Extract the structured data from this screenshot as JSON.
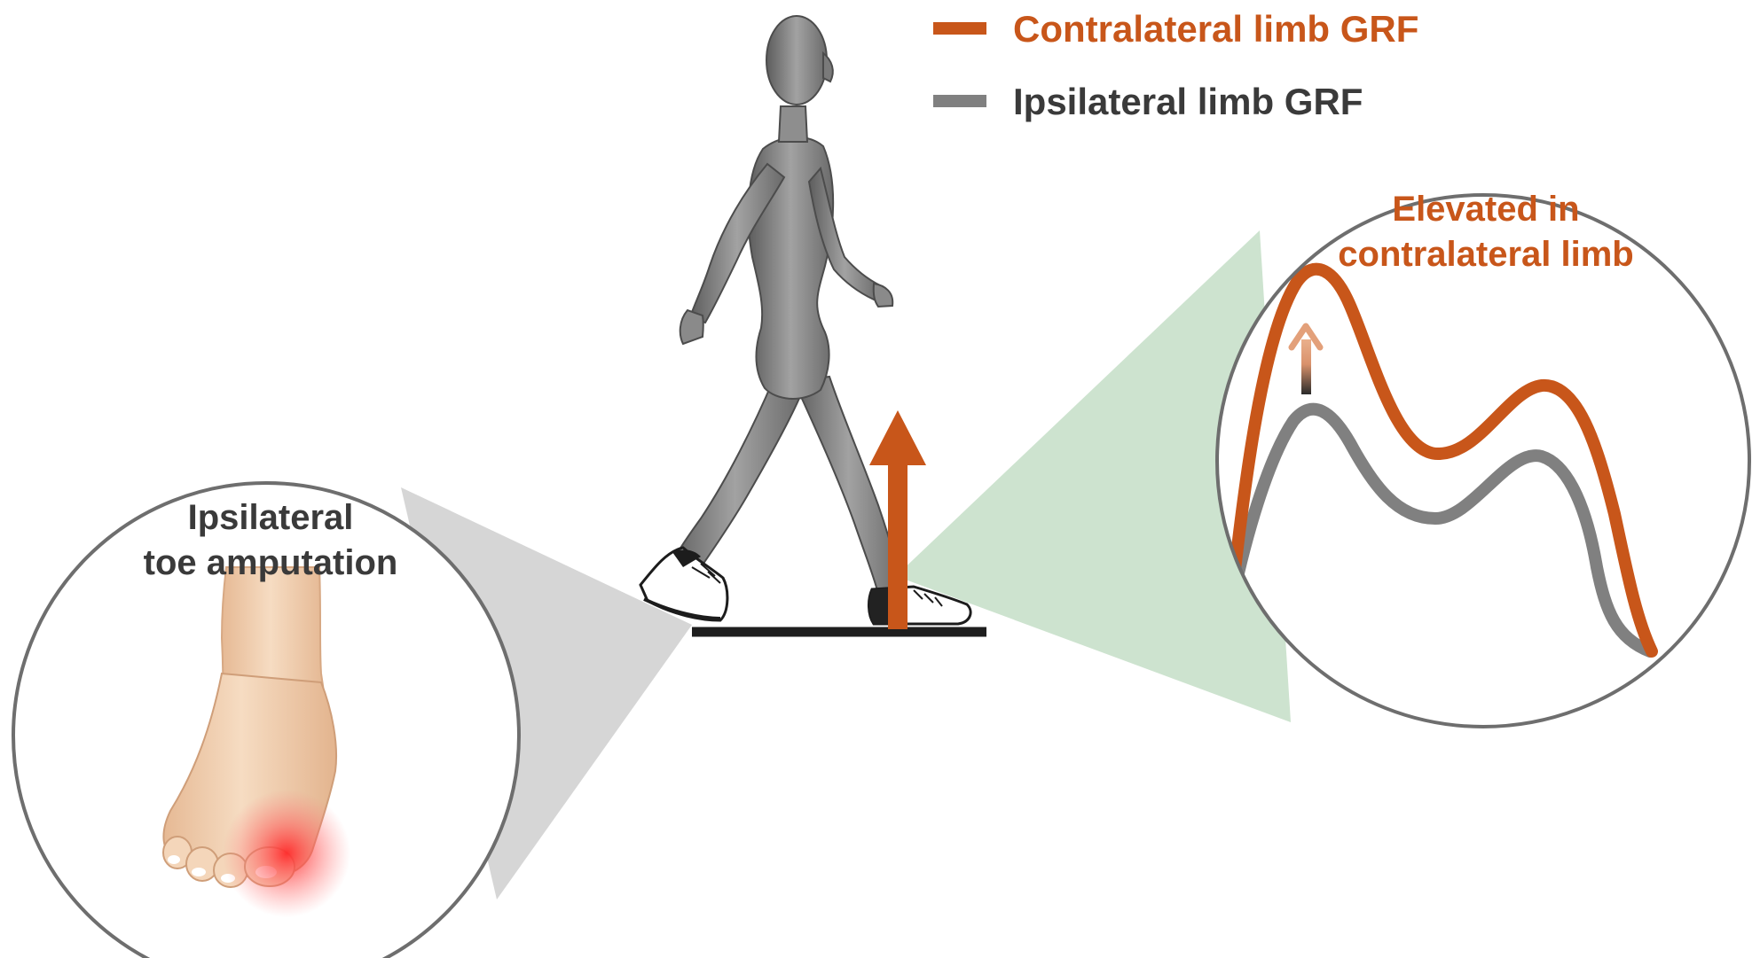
{
  "legend": {
    "contralateral": {
      "label": "Contralateral limb GRF",
      "color": "#c8561a"
    },
    "ipsilateral": {
      "label": "Ipsilateral limb GRF",
      "color": "#808080"
    }
  },
  "left_callout": {
    "line1": "Ipsilateral",
    "line2": "toe amputation",
    "text_color": "#3a3a3a",
    "wedge_color": "#d6d6d6",
    "highlight_color": "#ff3b3b"
  },
  "right_callout": {
    "line1": "Elevated in",
    "line2": "contralateral limb",
    "text_color": "#c8561a",
    "wedge_color": "#cde3cf"
  },
  "colors": {
    "circle_stroke": "#6e6e6e",
    "ground": "#1e1e1e",
    "force_arrow": "#c8561a",
    "figure": "#7b7b7b",
    "skin": "#f2d3b3"
  }
}
